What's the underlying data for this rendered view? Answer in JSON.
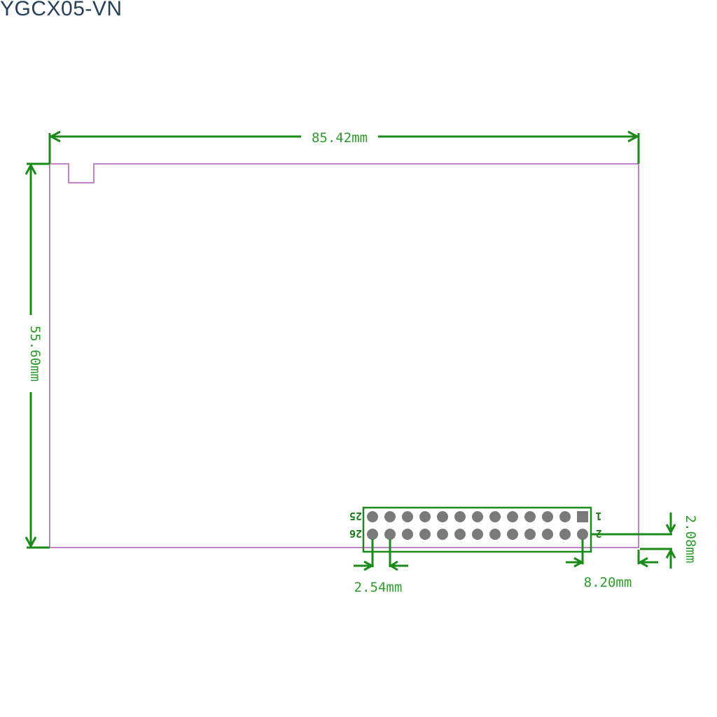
{
  "title": "YGCX05-VN",
  "dimensions": {
    "width": "85.42mm",
    "height": "55.60mm",
    "pin_pitch": "2.54mm",
    "header_offset_x": "8.20mm",
    "header_offset_y": "2.08mm"
  },
  "header": {
    "columns": 13,
    "rows": 2,
    "labels": {
      "top_left": "25",
      "bottom_left": "26",
      "top_right": "1",
      "bottom_right": "2"
    }
  },
  "colors": {
    "dimension": "#1a8a1a",
    "board_outline": "#c184c8",
    "pin": "#7a7a7a",
    "title": "#27405a"
  }
}
